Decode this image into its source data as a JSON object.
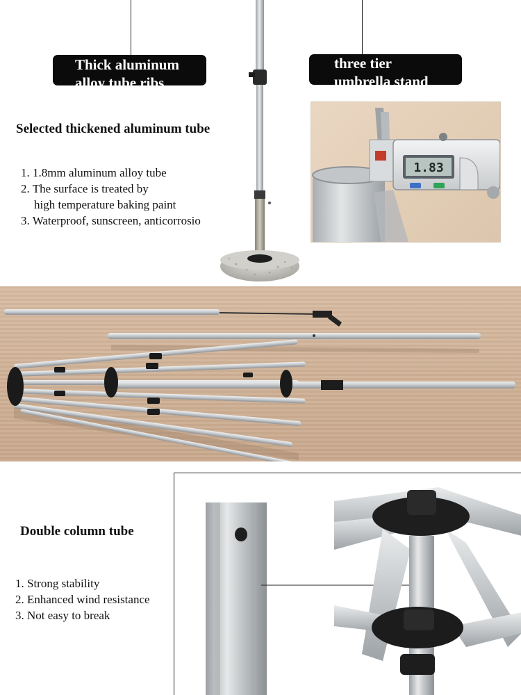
{
  "section_tubes": {
    "callout_left": {
      "line1": "Thick aluminum",
      "line2": "alloy tube ribs"
    },
    "callout_right": {
      "line1": "three tier",
      "line2": "umbrella stand"
    },
    "heading": "Selected thickened aluminum tube",
    "features": [
      "1. 1.8mm aluminum alloy tube",
      "2. The surface is treated by",
      "high temperature baking paint",
      "3. Waterproof, sunscreen, anticorrosio"
    ],
    "caliper_reading": "1.83"
  },
  "section_column": {
    "heading": "Double column tube",
    "features": [
      "1. Strong stability",
      "2. Enhanced wind resistance",
      "3. Not easy to break"
    ]
  },
  "colors": {
    "callout_bg": "#0b0b0b",
    "tube_silver": "#c9ccce",
    "wood_floor": "#d2b59a"
  }
}
